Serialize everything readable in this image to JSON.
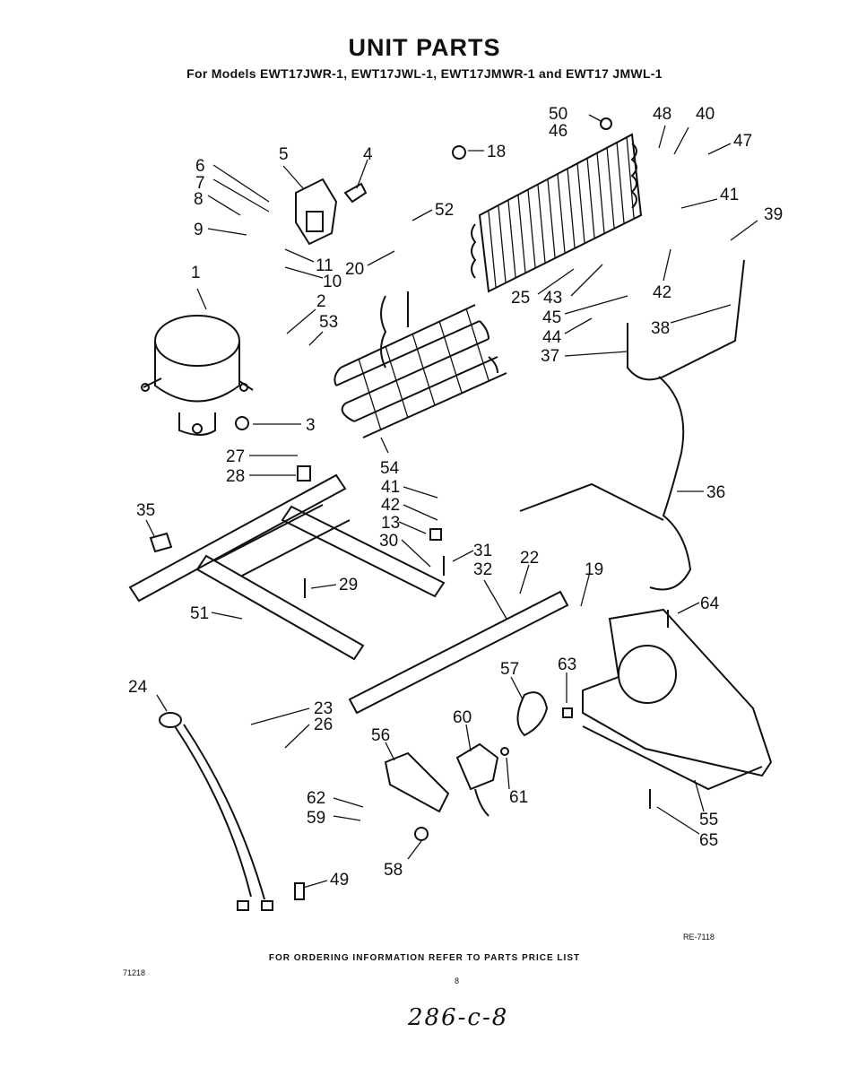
{
  "header": {
    "title": "UNIT PARTS",
    "subtitle": "For Models EWT17JWR-1, EWT17JWL-1, EWT17JMWR-1 and EWT17 JMWL-1"
  },
  "diagram": {
    "labels": [
      "50",
      "48",
      "40",
      "46",
      "47",
      "18",
      "5",
      "4",
      "6",
      "7",
      "8",
      "9",
      "52",
      "41",
      "39",
      "11",
      "10",
      "20",
      "25",
      "43",
      "42",
      "1",
      "2",
      "53",
      "45",
      "44",
      "38",
      "37",
      "3",
      "27",
      "28",
      "54",
      "36",
      "35",
      "41",
      "42",
      "13",
      "30",
      "31",
      "22",
      "19",
      "29",
      "32",
      "64",
      "51",
      "24",
      "57",
      "63",
      "23",
      "26",
      "60",
      "56",
      "62",
      "59",
      "61",
      "55",
      "65",
      "58",
      "49"
    ]
  },
  "footer": {
    "ordering_note": "FOR ORDERING INFORMATION REFER TO PARTS PRICE LIST",
    "code_left": "71218",
    "code_right": "RE-7118",
    "page_number": "8",
    "handwritten": "286-c-8"
  }
}
